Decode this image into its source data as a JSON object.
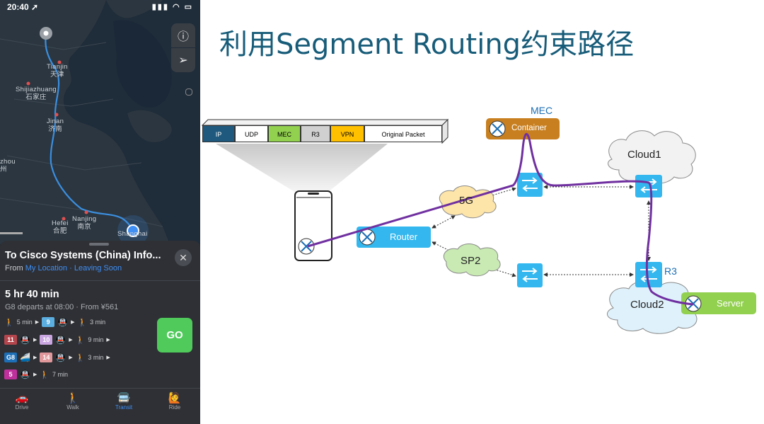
{
  "status_bar": {
    "time": "20:40 ➚",
    "icons": "▮▮▮ ◠ ▭"
  },
  "map": {
    "cities": [
      {
        "en": "Tianjin",
        "zh": "天津"
      },
      {
        "en": "Shijiazhuang",
        "zh": "石家庄"
      },
      {
        "en": "Jinan",
        "zh": "济南"
      },
      {
        "en": "zhou",
        "zh": "州"
      },
      {
        "en": "Nanjing",
        "zh": "南京"
      },
      {
        "en": "Hefei",
        "zh": "合肥"
      },
      {
        "en": "Shanghai",
        "zh": ""
      }
    ],
    "info_icon": "ⓘ",
    "locate_icon": "➢"
  },
  "sheet": {
    "title": "To Cisco Systems (China) Info...",
    "from_prefix": "From",
    "from_location": "My Location",
    "separator": "·",
    "leaving": "Leaving Soon",
    "close_glyph": "✕",
    "duration": "5 hr 40 min",
    "depart_info": "G8 departs at 08:00 · From ¥561",
    "go_label": "GO",
    "route_rows": [
      {
        "walk1": "5 min",
        "line": "9",
        "walk2": "3 min"
      },
      {
        "line_a": "11",
        "line_b": "10",
        "walk": "9 min"
      },
      {
        "line_a": "G8",
        "line_b": "14",
        "walk": "3 min"
      },
      {
        "line": "5",
        "walk": "7 min"
      }
    ],
    "line_colors": {
      "9": "#5aaee0",
      "11": "#b4454d",
      "10": "#c9a6e0",
      "G8": "#1d6fb8",
      "14": "#e0989c",
      "5": "#c0309c"
    },
    "tabs": [
      {
        "label": "Drive",
        "icon": "car-icon"
      },
      {
        "label": "Walk",
        "icon": "walk-icon"
      },
      {
        "label": "Transit",
        "icon": "transit-icon"
      },
      {
        "label": "Ride",
        "icon": "ride-icon"
      }
    ]
  },
  "slide": {
    "title": "利用Segment Routing约束路径",
    "packet": [
      "IP",
      "UDP",
      "MEC",
      "R3",
      "VPN",
      "Original Packet"
    ],
    "packet_colors": {
      "IP": "#1f5a7e",
      "UDP": "#ffffff",
      "MEC": "#92d050",
      "R3": "#d0d0d0",
      "VPN": "#ffc000",
      "Original Packet": "#ffffff"
    },
    "nodes": {
      "mec_label": "MEC",
      "container": "Container",
      "cloud1": "Cloud1",
      "cloud2": "Cloud2",
      "net_5g": "5G",
      "net_sp2": "SP2",
      "router": "Router",
      "r3": "R3",
      "server": "Server"
    },
    "colors": {
      "title": "#175c79",
      "path": "#7030a0",
      "node_blue": "#33b7ee",
      "container": "#c87f1f",
      "server": "#92d050"
    }
  }
}
